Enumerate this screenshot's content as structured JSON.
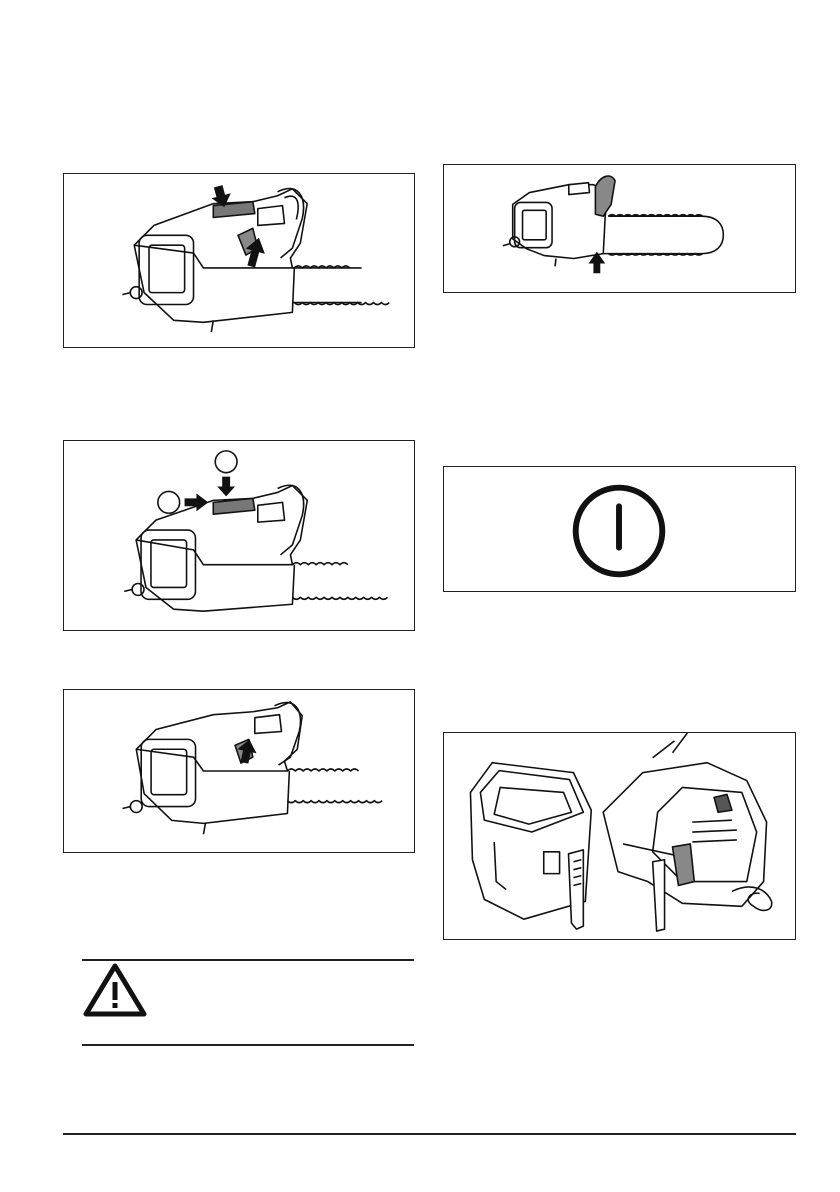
{
  "page": {
    "background": "#ffffff",
    "line_color": "#222222"
  },
  "figures": [
    {
      "id": "fig-chainsaw-brake-release",
      "icon": "chainsaw-illustration"
    },
    {
      "id": "fig-chainsaw-two-step-start",
      "icon": "chainsaw-illustration",
      "callouts": [
        "",
        ""
      ]
    },
    {
      "id": "fig-chainsaw-trigger",
      "icon": "chainsaw-illustration"
    },
    {
      "id": "fig-chainsaw-chain-brake",
      "icon": "chainsaw-illustration"
    },
    {
      "id": "fig-power-symbol",
      "icon": "power-icon"
    },
    {
      "id": "fig-battery-removal",
      "icon": "battery-illustration"
    }
  ],
  "warning": {
    "icon": "warning-triangle-icon",
    "text": ""
  }
}
